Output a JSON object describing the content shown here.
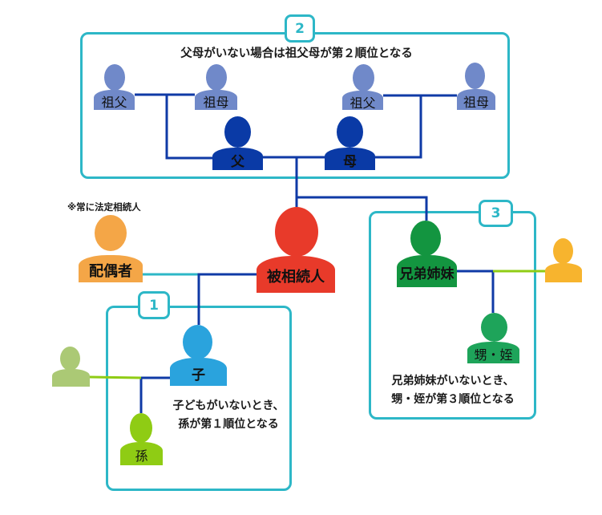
{
  "colors": {
    "group_border": "#2db7c7",
    "line_blood": "#0f3aa6",
    "line_spouse_deceased": "#2db7c7",
    "line_spouse_other": "#8fcc14",
    "grandparent": "#7089c9",
    "parent": "#0a3aa6",
    "deceased": "#e83a2a",
    "spouse": "#f4a647",
    "sibling": "#139540",
    "sibling_spouse": "#f7b42e",
    "nephew_niece": "#1ea45a",
    "child": "#2aa3dd",
    "child_spouse": "#abc975",
    "grandchild": "#8fcc14"
  },
  "groups": {
    "rank2": {
      "badge": "2",
      "caption": "父母がいない場合は祖父母が第２順位となる"
    },
    "rank1": {
      "badge": "1",
      "caption_lines": [
        "子どもがいないとき、",
        "孫が第１順位となる"
      ]
    },
    "rank3": {
      "badge": "3",
      "caption_lines": [
        "兄弟姉妹がいないとき、",
        "甥・姪が第３順位となる"
      ]
    }
  },
  "note": "※常に法定相続人",
  "people": {
    "paternal_grandfather": {
      "label": "祖父"
    },
    "paternal_grandmother": {
      "label": "祖母"
    },
    "maternal_grandfather": {
      "label": "祖父"
    },
    "maternal_grandmother": {
      "label": "祖母"
    },
    "father": {
      "label": "父"
    },
    "mother": {
      "label": "母"
    },
    "deceased": {
      "label": "被相続人"
    },
    "spouse": {
      "label": "配偶者"
    },
    "sibling": {
      "label": "兄弟姉妹"
    },
    "sibling_spouse": {
      "label": ""
    },
    "nephew_niece": {
      "label": "甥・姪"
    },
    "child": {
      "label": "子"
    },
    "child_spouse": {
      "label": ""
    },
    "grandchild": {
      "label": "孫"
    }
  }
}
